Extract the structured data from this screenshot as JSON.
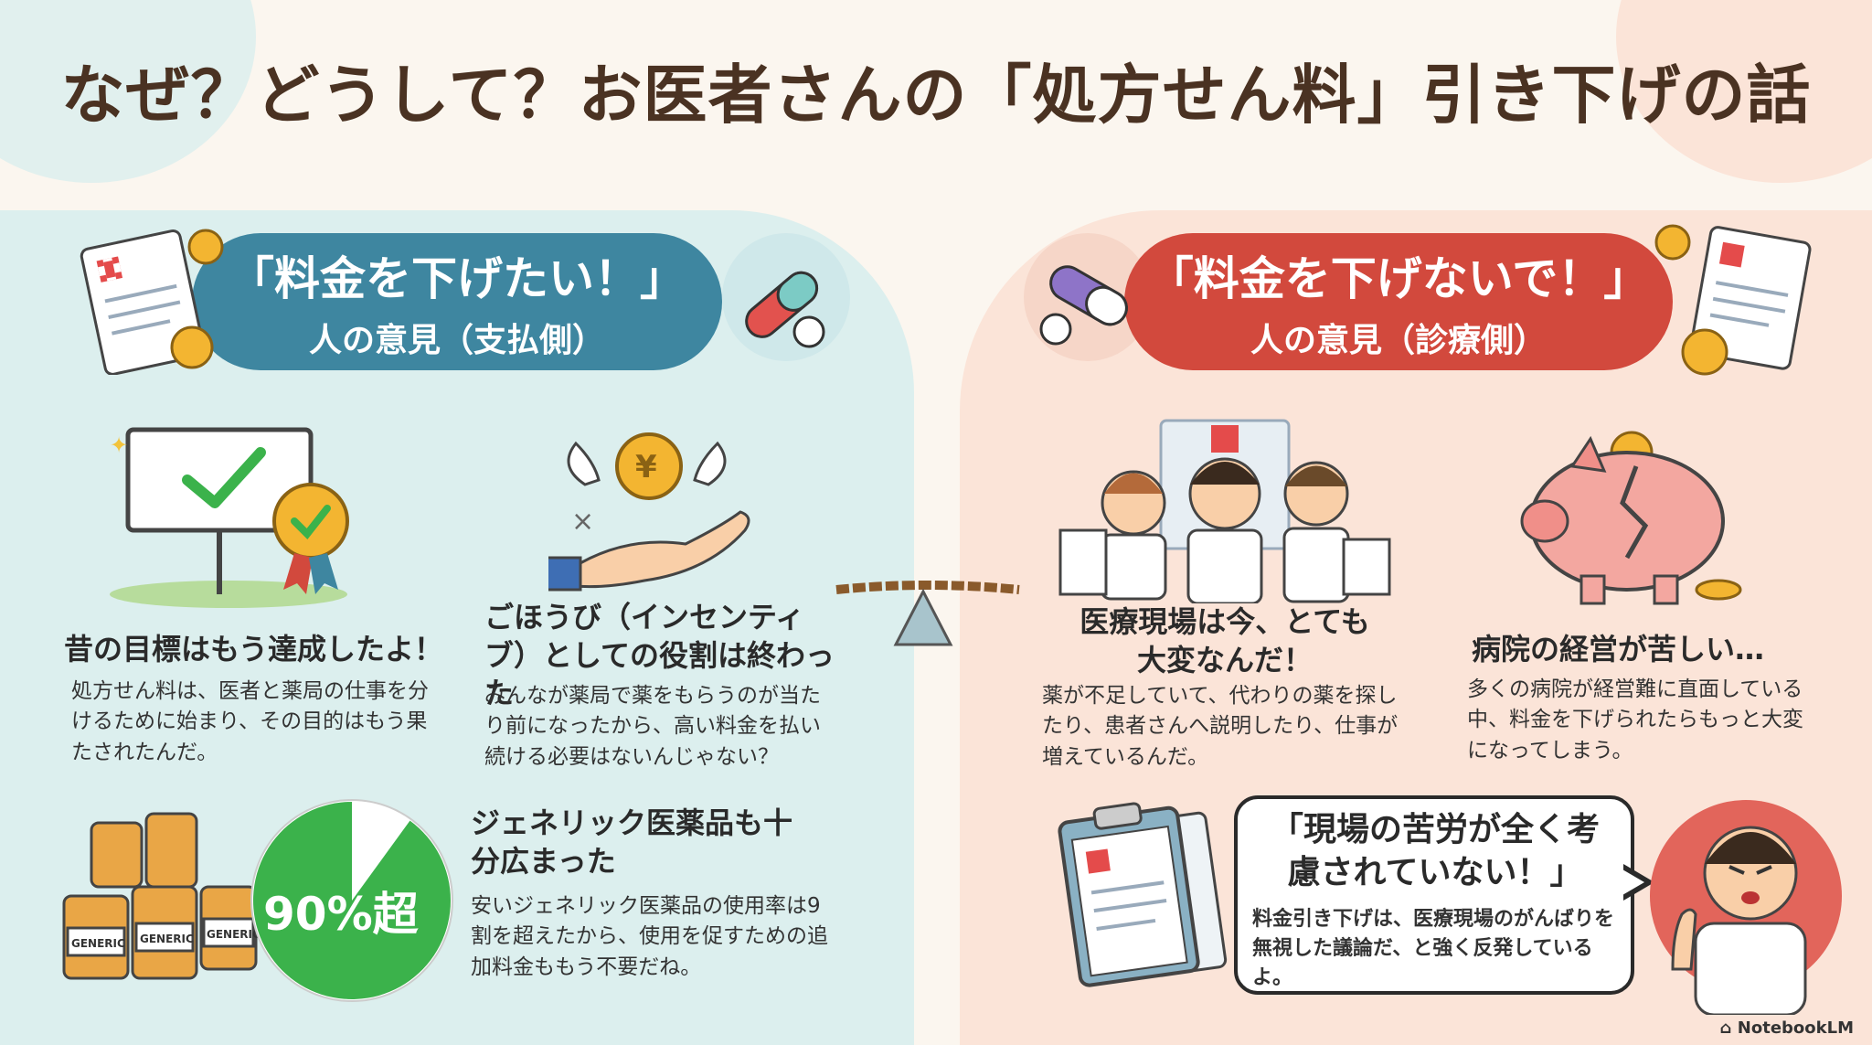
{
  "title": "なぜ？どうして？お医者さんの「処方せん料」引き下げの話",
  "left": {
    "pill_main": "「料金を下げたい！」",
    "pill_sub": "人の意見（支払側）",
    "p1_heading": "昔の目標はもう達成したよ！",
    "p1_body": "処方せん料は、医者と薬局の仕事を分けるために始まり、その目的はもう果たされたんだ。",
    "p2_heading": "ごほうび（インセンティブ）としての役割は終わった",
    "p2_body": "みんなが薬局で薬をもらうのが当たり前になったから、高い料金を払い続ける必要はないんじゃない？",
    "p3_heading": "ジェネリック医薬品も十分広まった",
    "p3_body": "安いジェネリック医薬品の使用率は9割を超えたから、使用を促すための追加料金ももう不要だね。",
    "pie_label": "90%超",
    "pie_value_percent": 90,
    "generic_label": "GENERIC"
  },
  "right": {
    "pill_main": "「料金を下げないで！」",
    "pill_sub": "人の意見（診療側）",
    "p1_heading": "医療現場は今、とても大変なんだ！",
    "p1_body": "薬が不足していて、代わりの薬を探したり、患者さんへ説明したり、仕事が増えているんだ。",
    "p2_heading": "病院の経営が苦しい…",
    "p2_body": "多くの病院が経営難に直面している中、料金を下げられたらもっと大変になってしまう。",
    "quote": "「現場の苦労が全く考慮されていない！」",
    "quote_body": "料金引き下げは、医療現場のがんばりを無視した議論だ、と強く反発しているよ。"
  },
  "brand": "NotebookLM",
  "colors": {
    "left_accent": "#3e86a0",
    "right_accent": "#d2493d",
    "pie_green": "#3bb24b"
  }
}
